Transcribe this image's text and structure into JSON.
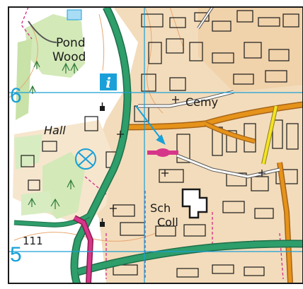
{
  "map": {
    "labels": {
      "wood": [
        "Pond",
        "Wood"
      ],
      "hall": "Hall",
      "cemetery": "Cemy",
      "school": [
        "Sch",
        "Coll"
      ],
      "road_number": "111",
      "info": "i"
    },
    "grid": {
      "northing_top": "6",
      "northing_bottom": "5"
    },
    "colors": {
      "urban": "#f0d9b8",
      "contour": "#e8a873",
      "woodland": "#cde6b0",
      "grid": "#1aa0d8",
      "primary_road": "#2e9e6b",
      "a_road": "#e6931a",
      "b_road": "#f4e321",
      "boundary": "#d6368a",
      "building": "#1a1a1a"
    },
    "icons": [
      "info-icon",
      "church-icon",
      "parking-icon",
      "tree-icon"
    ]
  }
}
